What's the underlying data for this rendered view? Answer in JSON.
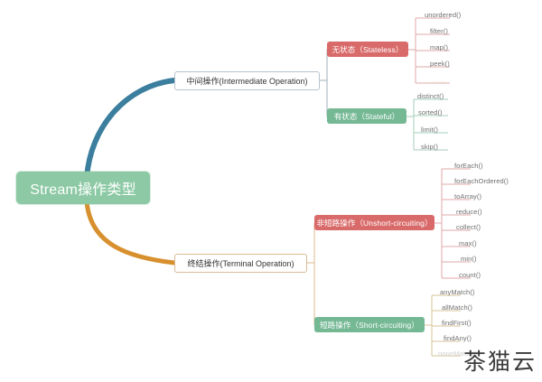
{
  "root": {
    "label": "Stream操作类型"
  },
  "branches": [
    {
      "id": "intermediate",
      "label": "中间操作(Intermediate Operation)",
      "connector_color": "#3b7e9e",
      "groups": [
        {
          "id": "stateless",
          "label": "无状态（Stateless）",
          "color": "#d96a6a",
          "leaves": [
            "unordered()",
            "filter()",
            "map()",
            "peek()",
            "……"
          ]
        },
        {
          "id": "stateful",
          "label": "有状态（Stateful）",
          "color": "#74b894",
          "leaves": [
            "distinct()",
            "sorted()",
            "limit()",
            "skip()"
          ]
        }
      ]
    },
    {
      "id": "terminal",
      "label": "终结操作(Terminal Operation)",
      "connector_color": "#d8902f",
      "groups": [
        {
          "id": "unshort-circuiting",
          "label": "非短路操作（Unshort-circuiting）",
          "color": "#d96a6a",
          "leaves": [
            "forEach()",
            "forEachOrdered()",
            "toArray()",
            "reduce()",
            "collect()",
            "max()",
            "min()",
            "count()"
          ]
        },
        {
          "id": "short-circuiting",
          "label": "短路操作（Short-circuiting）",
          "color": "#74b894",
          "leaves": [
            "anyMatch()",
            "allMatch()",
            "findFirst()",
            "findAny()",
            "noneMatch()"
          ]
        }
      ]
    }
  ],
  "watermark": {
    "text": "茶猫云"
  },
  "colors": {
    "root_bg": "#8cc9a4",
    "leaf_text": "#6e6e6e",
    "lvl1_border": "#b9c4cc",
    "lvl1_border_orange": "#d8bb94"
  }
}
